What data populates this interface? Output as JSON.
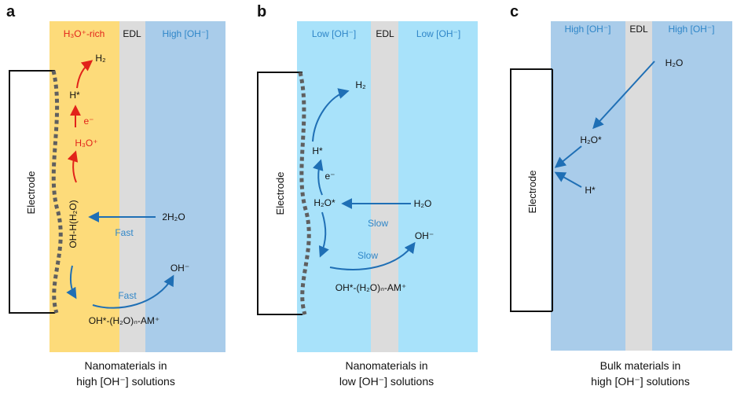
{
  "panels": [
    {
      "letter": "a",
      "edl": "EDL",
      "left_region": "H₃O⁺-rich",
      "right_region": "High [OH⁻]",
      "electrode": "Electrode",
      "species": {
        "h2": "H₂",
        "hstar": "H*",
        "e": "e⁻",
        "h3o": "H₃O⁺",
        "ohh": "OH-H(H₂O)",
        "h2o2": "2H₂O",
        "oh": "OH⁻",
        "complex": "OH*-(H₂O)ₙ-AM⁺"
      },
      "rates": {
        "upper": "Fast",
        "lower": "Fast"
      },
      "caption": [
        "Nanomaterials in",
        "high [OH⁻] solutions"
      ],
      "colors": {
        "left": "#FDDB7A",
        "edl": "#DCDCDC",
        "right": "#A9CCEA"
      }
    },
    {
      "letter": "b",
      "edl": "EDL",
      "left_region": "Low [OH⁻]",
      "right_region": "Low [OH⁻]",
      "electrode": "Electrode",
      "species": {
        "h2": "H₂",
        "hstar": "H*",
        "e": "e⁻",
        "h2ostar": "H₂O*",
        "h2o": "H₂O",
        "oh": "OH⁻",
        "complex": "OH*-(H₂O)ₙ-AM⁺"
      },
      "rates": {
        "upper": "Slow",
        "lower": "Slow"
      },
      "caption": [
        "Nanomaterials in",
        "low [OH⁻] solutions"
      ],
      "colors": {
        "left": "#A8E2FA",
        "edl": "#DCDCDC",
        "right": "#A8E2FA"
      }
    },
    {
      "letter": "c",
      "edl": "EDL",
      "left_region": "High [OH⁻]",
      "right_region": "High [OH⁻]",
      "electrode": "Electrode",
      "species": {
        "h2o": "H₂O",
        "h2ostar": "H₂O*",
        "hstar": "H*"
      },
      "caption": [
        "Bulk materials in",
        "high [OH⁻] solutions"
      ],
      "colors": {
        "left": "#A9CCEA",
        "edl": "#DCDCDC",
        "right": "#A9CCEA"
      }
    }
  ],
  "colors": {
    "blue_arrow": "#1F6FB5",
    "red": "#E2231A",
    "label_blue": "#2F86C8",
    "dots": "#5F5F5F"
  }
}
